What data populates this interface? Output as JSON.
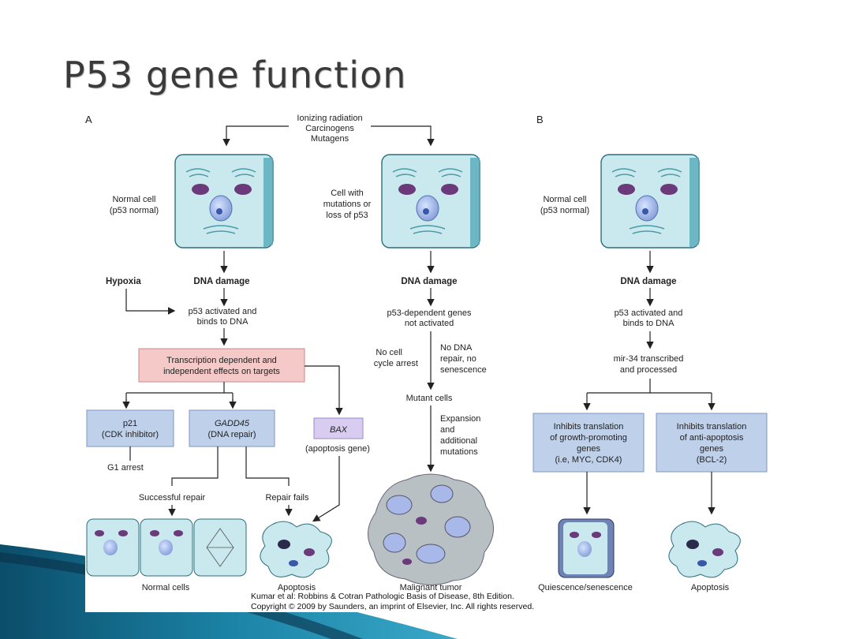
{
  "slide": {
    "title": "P53 gene function"
  },
  "figure": {
    "panel_a": "A",
    "panel_b": "B",
    "insult": [
      "Ionizing radiation",
      "Carcinogens",
      "Mutagens"
    ],
    "left": {
      "cell_label": [
        "Normal cell",
        "(p53 normal)"
      ],
      "hypoxia": "Hypoxia",
      "dna_damage": "DNA damage",
      "activated": [
        "p53 activated and",
        "binds to DNA"
      ],
      "transcription": [
        "Transcription dependent and",
        "independent effects on targets"
      ],
      "p21": [
        "p21",
        "(CDK inhibitor)"
      ],
      "gadd45": [
        "GADD45",
        "(DNA repair)"
      ],
      "bax": "BAX",
      "bax_note": "(apoptosis gene)",
      "g1_arrest": "G1 arrest",
      "successful_repair": "Successful repair",
      "repair_fails": "Repair fails",
      "normal_cells": "Normal cells",
      "apoptosis": "Apoptosis"
    },
    "middle": {
      "cell_label": [
        "Cell with",
        "mutations or",
        "loss of p53"
      ],
      "dna_damage": "DNA damage",
      "not_activated": [
        "p53-dependent genes",
        "not activated"
      ],
      "no_arrest": [
        "No cell",
        "cycle arrest"
      ],
      "no_repair": [
        "No DNA",
        "repair, no",
        "senescence"
      ],
      "mutant": "Mutant cells",
      "expansion": [
        "Expansion",
        "and",
        "additional",
        "mutations"
      ],
      "tumor": "Malignant tumor"
    },
    "right": {
      "cell_label": [
        "Normal cell",
        "(p53 normal)"
      ],
      "dna_damage": "DNA damage",
      "activated": [
        "p53 activated and",
        "binds to DNA"
      ],
      "mir34": [
        "mir-34 transcribed",
        "and processed"
      ],
      "inhibit_growth": [
        "Inhibits translation",
        "of growth-promoting",
        "genes",
        "(i.e, MYC, CDK4)"
      ],
      "inhibit_apoptosis": [
        "Inhibits translation",
        "of anti-apoptosis",
        "genes",
        "(BCL-2)"
      ],
      "quiescence": "Quiescence/senescence",
      "apoptosis": "Apoptosis"
    },
    "caption": [
      "Kumar et al: Robbins & Cotran Pathologic Basis of Disease, 8th Edition.",
      "Copyright © 2009 by Saunders, an imprint of Elsevier, Inc. All rights reserved."
    ]
  }
}
